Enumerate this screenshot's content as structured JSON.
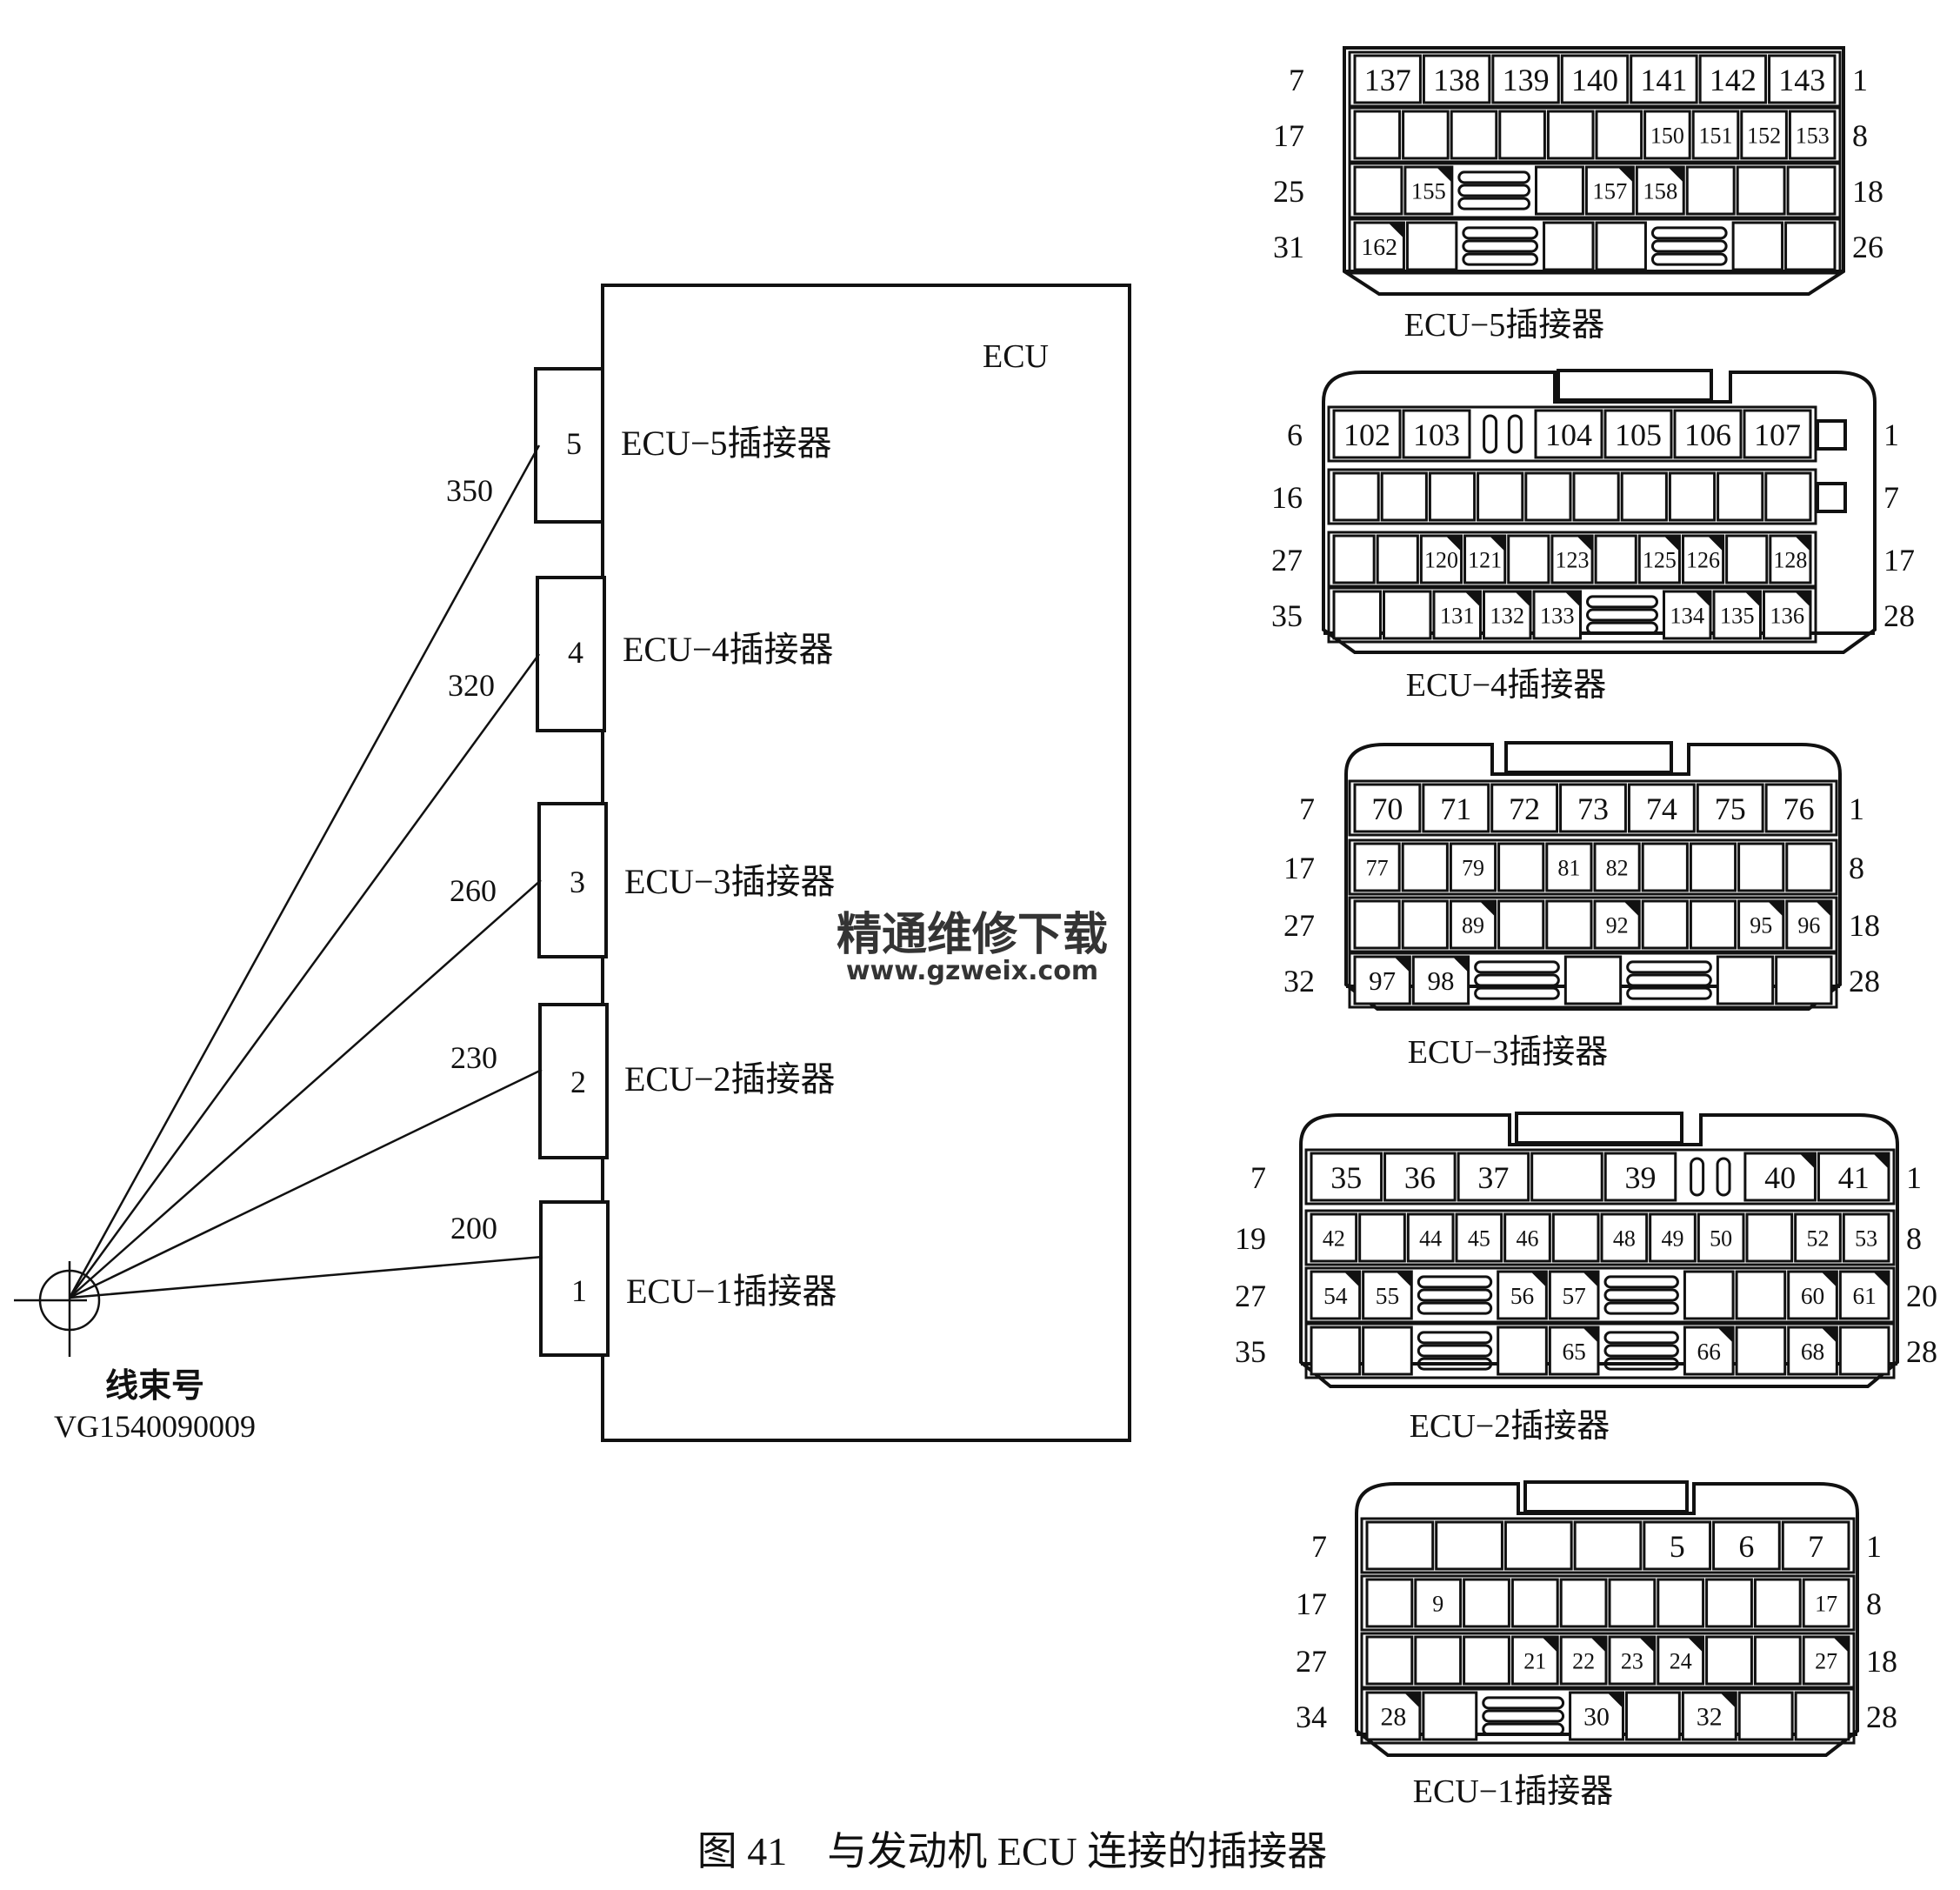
{
  "figure": {
    "caption": "图 41　与发动机 ECU 连接的插接器",
    "ecu_label": "ECU",
    "harness_label": "线束号",
    "harness_number": "VG1540090009"
  },
  "watermark": {
    "line1": "精通维修下载",
    "line2": "www.gzweix.com",
    "color": "#e8a070"
  },
  "branches": [
    {
      "port": "5",
      "length": "350",
      "label": "ECU−5插接器"
    },
    {
      "port": "4",
      "length": "320",
      "label": "ECU−4插接器"
    },
    {
      "port": "3",
      "length": "260",
      "label": "ECU−3插接器"
    },
    {
      "port": "2",
      "length": "230",
      "label": "ECU−2插接器"
    },
    {
      "port": "1",
      "length": "200",
      "label": "ECU−1插接器"
    }
  ],
  "connectors": [
    {
      "id": "ecu5",
      "title": "ECU−5插接器",
      "rows": [
        {
          "left": "7",
          "right": "1",
          "cells": [
            {
              "t": "137"
            },
            {
              "t": "138"
            },
            {
              "t": "139"
            },
            {
              "t": "140"
            },
            {
              "t": "141"
            },
            {
              "t": "142"
            },
            {
              "t": "143"
            }
          ]
        },
        {
          "left": "17",
          "right": "8",
          "cells": [
            {
              "t": ""
            },
            {
              "t": ""
            },
            {
              "t": ""
            },
            {
              "t": ""
            },
            {
              "t": ""
            },
            {
              "t": ""
            },
            {
              "t": "150"
            },
            {
              "t": "151"
            },
            {
              "t": "152"
            },
            {
              "t": "153"
            }
          ]
        },
        {
          "left": "25",
          "right": "18",
          "cells": [
            {
              "t": ""
            },
            {
              "t": "155",
              "m": 1
            },
            {
              "s": 1
            },
            {
              "t": ""
            },
            {
              "t": "157",
              "m": 1
            },
            {
              "t": "158",
              "m": 1
            },
            {
              "t": ""
            },
            {
              "t": ""
            },
            {
              "t": ""
            }
          ]
        },
        {
          "left": "31",
          "right": "26",
          "cells": [
            {
              "t": "162",
              "m": 1
            },
            {
              "t": ""
            },
            {
              "s": 1
            },
            {
              "t": ""
            },
            {
              "t": ""
            },
            {
              "s": 1
            },
            {
              "t": ""
            },
            {
              "t": ""
            }
          ]
        }
      ]
    },
    {
      "id": "ecu4",
      "title": "ECU−4插接器",
      "rows": [
        {
          "left": "6",
          "right": "1",
          "cells": [
            {
              "t": "102"
            },
            {
              "t": "103"
            },
            {
              "v": 1
            },
            {
              "t": "104"
            },
            {
              "t": "105"
            },
            {
              "t": "106"
            },
            {
              "t": "107"
            }
          ]
        },
        {
          "left": "16",
          "right": "7",
          "cells": [
            {
              "t": ""
            },
            {
              "t": ""
            },
            {
              "t": ""
            },
            {
              "t": ""
            },
            {
              "t": ""
            },
            {
              "t": ""
            },
            {
              "t": ""
            },
            {
              "t": ""
            },
            {
              "t": ""
            },
            {
              "t": ""
            }
          ]
        },
        {
          "left": "27",
          "right": "17",
          "cells": [
            {
              "t": ""
            },
            {
              "t": ""
            },
            {
              "t": "120",
              "m": 1
            },
            {
              "t": "121",
              "m": 1
            },
            {
              "t": ""
            },
            {
              "t": "123",
              "m": 1
            },
            {
              "t": ""
            },
            {
              "t": "125",
              "m": 1
            },
            {
              "t": "126",
              "m": 1
            },
            {
              "t": ""
            },
            {
              "t": "128",
              "m": 1
            }
          ]
        },
        {
          "left": "35",
          "right": "28",
          "cells": [
            {
              "t": ""
            },
            {
              "t": ""
            },
            {
              "t": "131",
              "m": 1
            },
            {
              "t": "132",
              "m": 1
            },
            {
              "t": "133",
              "m": 1
            },
            {
              "s": 1
            },
            {
              "t": "134",
              "m": 1
            },
            {
              "t": "135",
              "m": 1
            },
            {
              "t": "136",
              "m": 1
            }
          ]
        }
      ]
    },
    {
      "id": "ecu3",
      "title": "ECU−3插接器",
      "rows": [
        {
          "left": "7",
          "right": "1",
          "cells": [
            {
              "t": "70"
            },
            {
              "t": "71"
            },
            {
              "t": "72"
            },
            {
              "t": "73"
            },
            {
              "t": "74"
            },
            {
              "t": "75"
            },
            {
              "t": "76"
            }
          ]
        },
        {
          "left": "17",
          "right": "8",
          "cells": [
            {
              "t": "77"
            },
            {
              "t": ""
            },
            {
              "t": "79"
            },
            {
              "t": ""
            },
            {
              "t": "81"
            },
            {
              "t": "82"
            },
            {
              "t": ""
            },
            {
              "t": ""
            },
            {
              "t": ""
            },
            {
              "t": ""
            }
          ]
        },
        {
          "left": "27",
          "right": "18",
          "cells": [
            {
              "t": ""
            },
            {
              "t": ""
            },
            {
              "t": "89",
              "m": 1
            },
            {
              "t": ""
            },
            {
              "t": ""
            },
            {
              "t": "92",
              "m": 1
            },
            {
              "t": ""
            },
            {
              "t": ""
            },
            {
              "t": "95",
              "m": 1
            },
            {
              "t": "96",
              "m": 1
            }
          ]
        },
        {
          "left": "32",
          "right": "28",
          "cells": [
            {
              "t": "97",
              "m": 1
            },
            {
              "t": "98",
              "m": 1
            },
            {
              "s": 1
            },
            {
              "t": ""
            },
            {
              "s": 1
            },
            {
              "t": ""
            },
            {
              "t": ""
            }
          ]
        }
      ]
    },
    {
      "id": "ecu2",
      "title": "ECU−2插接器",
      "rows": [
        {
          "left": "7",
          "right": "1",
          "cells": [
            {
              "t": "35"
            },
            {
              "t": "36"
            },
            {
              "t": "37"
            },
            {
              "t": ""
            },
            {
              "t": "39"
            },
            {
              "v": 1
            },
            {
              "t": "40",
              "m": 1
            },
            {
              "t": "41",
              "m": 1
            }
          ]
        },
        {
          "left": "19",
          "right": "8",
          "cells": [
            {
              "t": "42"
            },
            {
              "t": ""
            },
            {
              "t": "44"
            },
            {
              "t": "45"
            },
            {
              "t": "46"
            },
            {
              "t": ""
            },
            {
              "t": "48"
            },
            {
              "t": "49"
            },
            {
              "t": "50"
            },
            {
              "t": ""
            },
            {
              "t": "52"
            },
            {
              "t": "53"
            }
          ]
        },
        {
          "left": "27",
          "right": "20",
          "cells": [
            {
              "t": "54",
              "m": 1
            },
            {
              "t": "55",
              "m": 1
            },
            {
              "s": 1
            },
            {
              "t": "56",
              "m": 1
            },
            {
              "t": "57",
              "m": 1
            },
            {
              "s": 1
            },
            {
              "t": ""
            },
            {
              "t": ""
            },
            {
              "t": "60",
              "m": 1
            },
            {
              "t": "61",
              "m": 1
            }
          ]
        },
        {
          "left": "35",
          "right": "28",
          "cells": [
            {
              "t": ""
            },
            {
              "t": ""
            },
            {
              "s": 1
            },
            {
              "t": ""
            },
            {
              "t": "65",
              "m": 1
            },
            {
              "s": 1
            },
            {
              "t": "66",
              "m": 1
            },
            {
              "t": ""
            },
            {
              "t": "68",
              "m": 1
            },
            {
              "t": ""
            }
          ]
        }
      ]
    },
    {
      "id": "ecu1",
      "title": "ECU−1插接器",
      "rows": [
        {
          "left": "7",
          "right": "1",
          "cells": [
            {
              "t": ""
            },
            {
              "t": ""
            },
            {
              "t": ""
            },
            {
              "t": ""
            },
            {
              "t": "5"
            },
            {
              "t": "6"
            },
            {
              "t": "7"
            }
          ]
        },
        {
          "left": "17",
          "right": "8",
          "cells": [
            {
              "t": ""
            },
            {
              "t": "9"
            },
            {
              "t": ""
            },
            {
              "t": ""
            },
            {
              "t": ""
            },
            {
              "t": ""
            },
            {
              "t": ""
            },
            {
              "t": ""
            },
            {
              "t": ""
            },
            {
              "t": "17"
            }
          ]
        },
        {
          "left": "27",
          "right": "18",
          "cells": [
            {
              "t": ""
            },
            {
              "t": ""
            },
            {
              "t": ""
            },
            {
              "t": "21",
              "m": 1
            },
            {
              "t": "22",
              "m": 1
            },
            {
              "t": "23",
              "m": 1
            },
            {
              "t": "24",
              "m": 1
            },
            {
              "t": ""
            },
            {
              "t": ""
            },
            {
              "t": "27",
              "m": 1
            }
          ]
        },
        {
          "left": "34",
          "right": "28",
          "cells": [
            {
              "t": "28",
              "m": 1
            },
            {
              "t": ""
            },
            {
              "s": 1
            },
            {
              "t": "30",
              "m": 1
            },
            {
              "t": ""
            },
            {
              "t": "32",
              "m": 1
            },
            {
              "t": ""
            },
            {
              "t": ""
            }
          ]
        }
      ]
    }
  ]
}
